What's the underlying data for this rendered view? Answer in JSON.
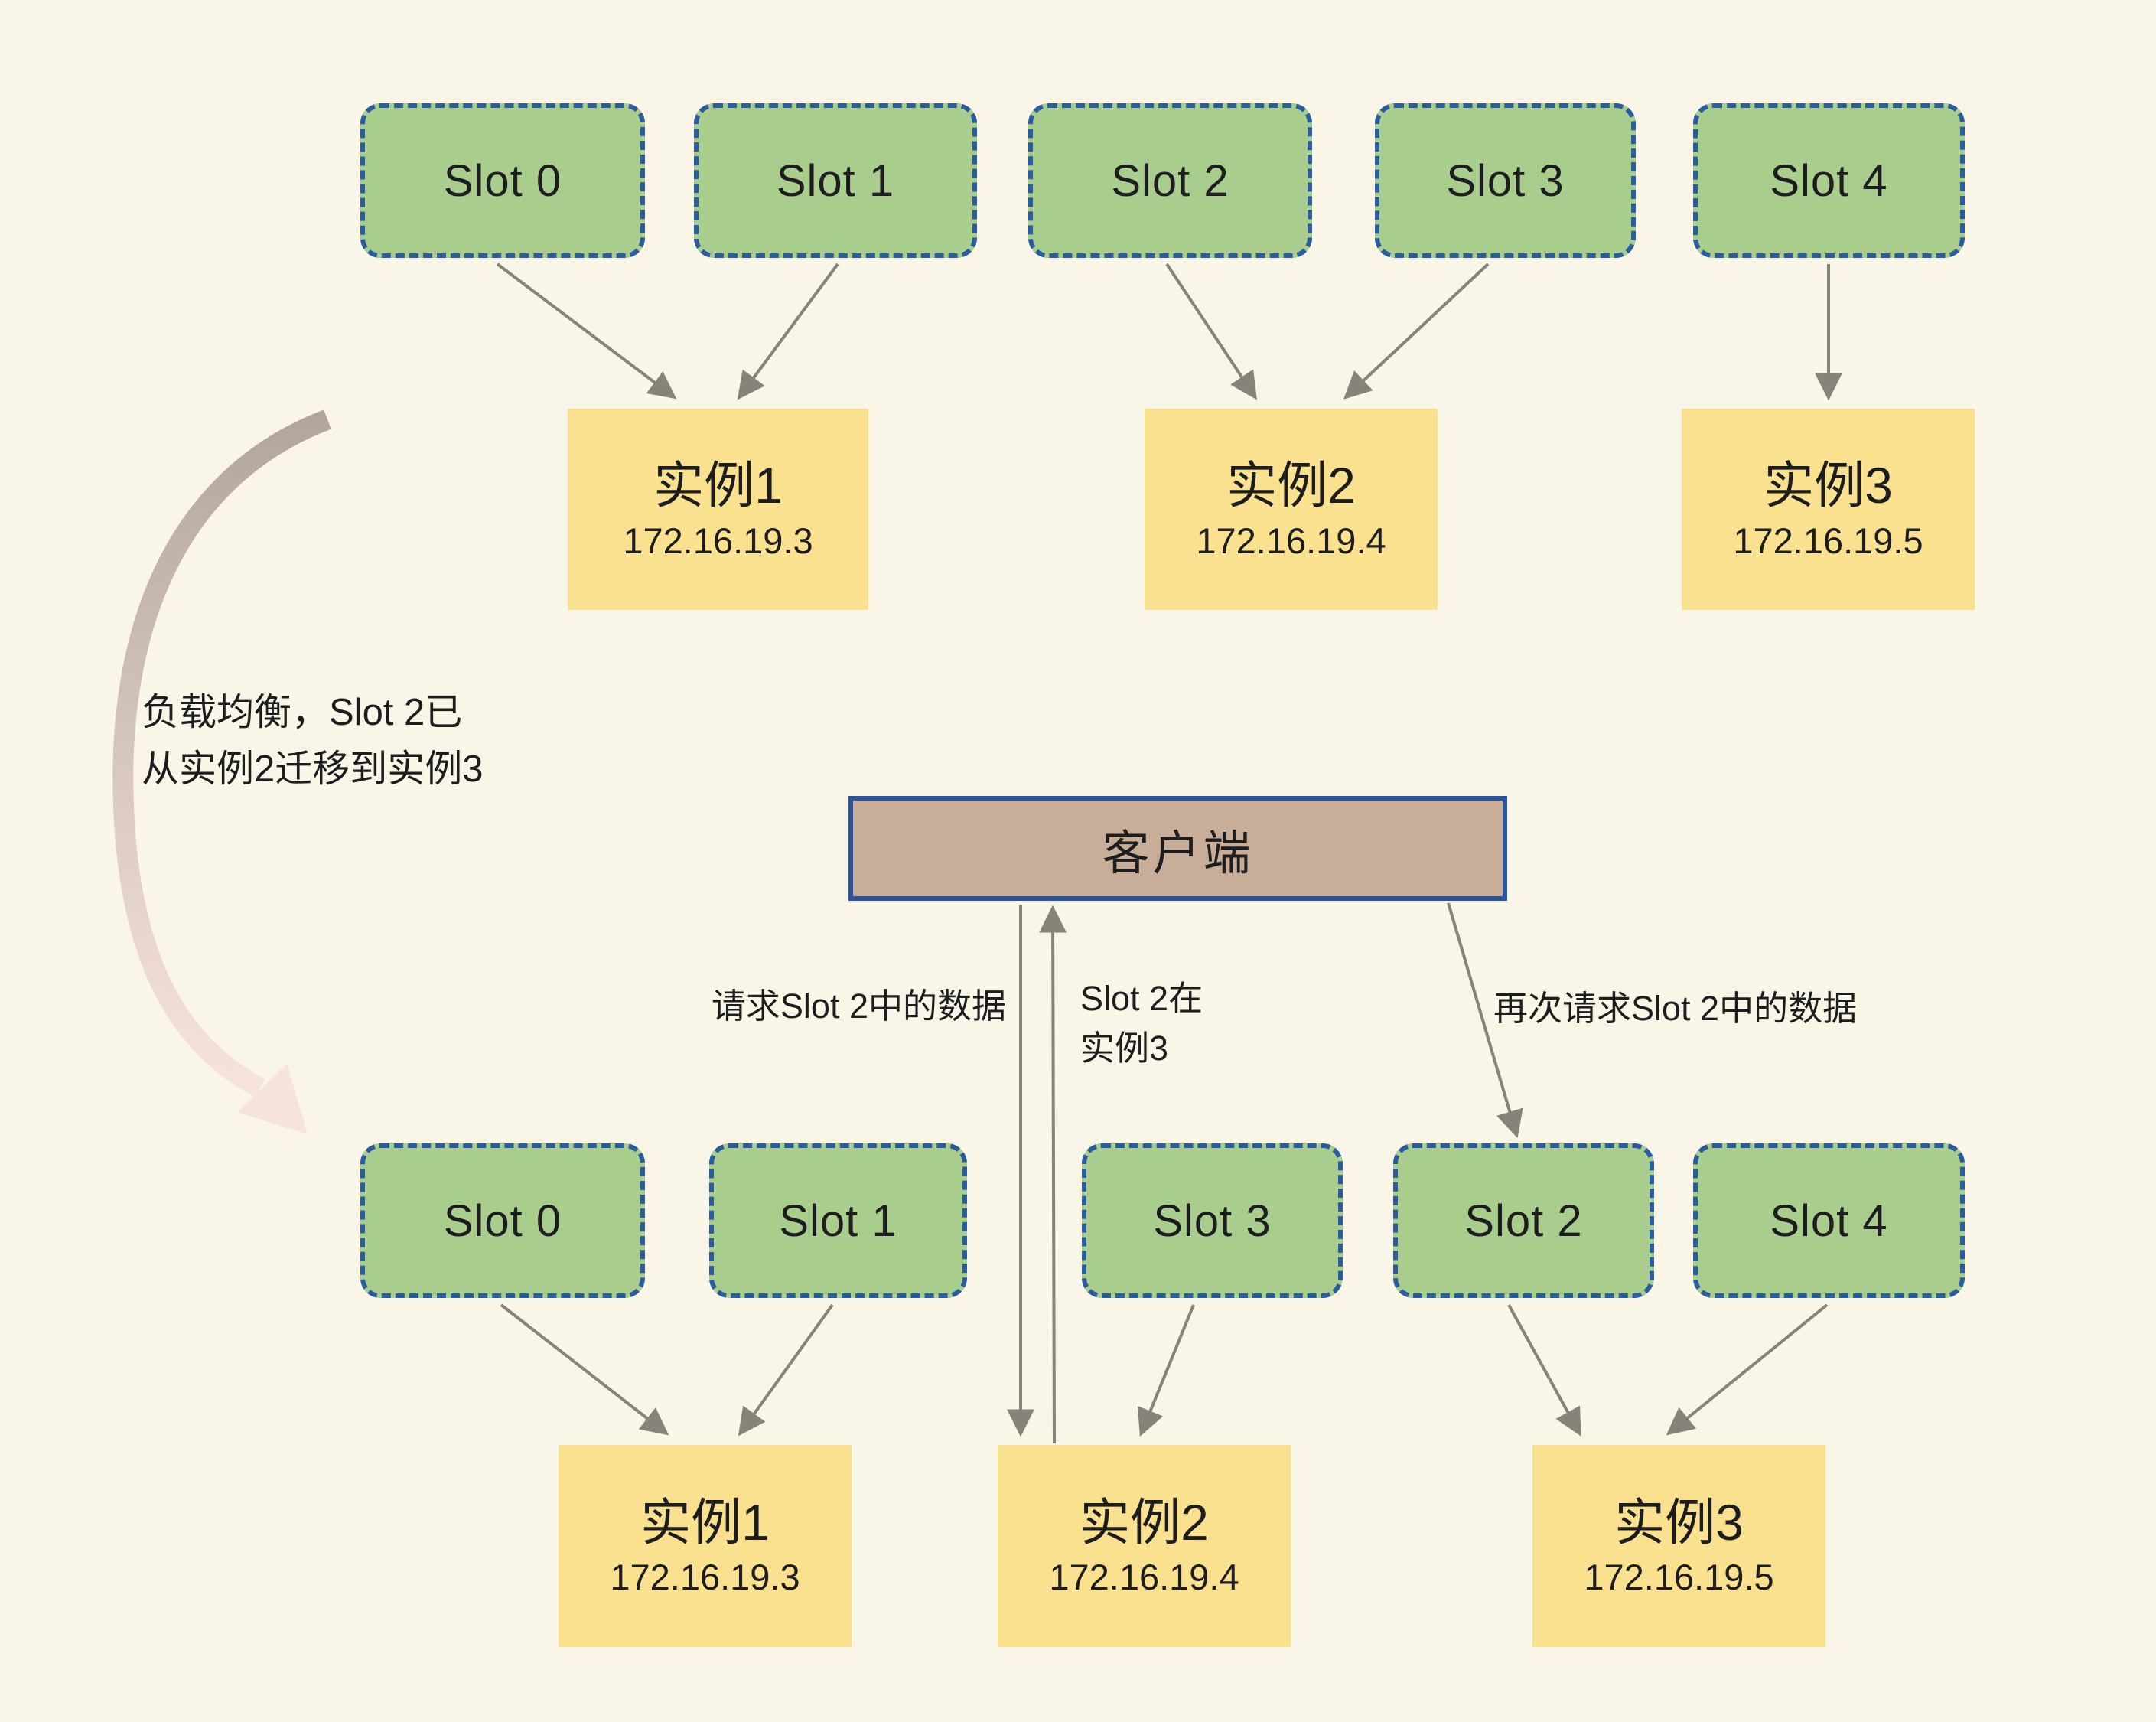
{
  "background": "#f9f6e7",
  "colors": {
    "slot-fill": "#a9cd8d",
    "slot-border": "#2a5ca0",
    "instance-fill": "#fae18f",
    "client-fill": "#c8ad99",
    "client-border": "#2a549e",
    "arrow": "#85837a",
    "text": "#1d1d1f",
    "curve-start": "#b2a69a",
    "curve-end": "#f7e4dd"
  },
  "top_cluster": {
    "slots": [
      {
        "label": "Slot 0"
      },
      {
        "label": "Slot 1"
      },
      {
        "label": "Slot 2"
      },
      {
        "label": "Slot 3"
      },
      {
        "label": "Slot 4"
      }
    ],
    "instances": [
      {
        "name": "实例1",
        "ip": "172.16.19.3"
      },
      {
        "name": "实例2",
        "ip": "172.16.19.4"
      },
      {
        "name": "实例3",
        "ip": "172.16.19.5"
      }
    ]
  },
  "migration_note": {
    "text": "负载均衡，Slot 2已\n从实例2迁移到实例3"
  },
  "client": {
    "label": "客户端"
  },
  "edge_labels": {
    "request": "请求Slot 2中的数据",
    "response": "Slot 2在\n实例3",
    "request_again": "再次请求Slot 2中的数据"
  },
  "bottom_cluster": {
    "slots": [
      {
        "label": "Slot 0"
      },
      {
        "label": "Slot 1"
      },
      {
        "label": "Slot 3"
      },
      {
        "label": "Slot 2"
      },
      {
        "label": "Slot 4"
      }
    ],
    "instances": [
      {
        "name": "实例1",
        "ip": "172.16.19.3"
      },
      {
        "name": "实例2",
        "ip": "172.16.19.4"
      },
      {
        "name": "实例3",
        "ip": "172.16.19.5"
      }
    ]
  }
}
